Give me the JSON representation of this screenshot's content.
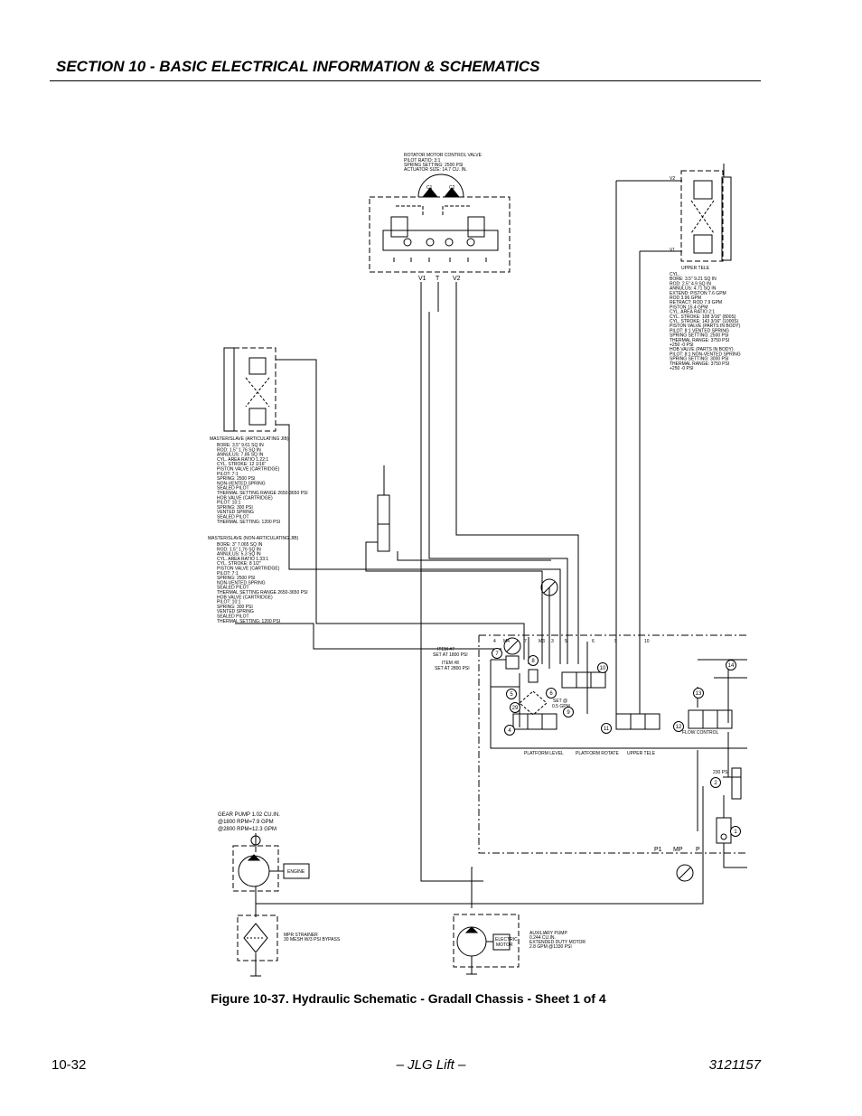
{
  "header": {
    "section": "SECTION 10 - BASIC ELECTRICAL INFORMATION & SCHEMATICS"
  },
  "figure": {
    "caption": "Figure 10-37.  Hydraulic Schematic - Gradall Chassis - Sheet 1 of 4"
  },
  "footer": {
    "page": "10-32",
    "center": "– JLG Lift –",
    "doc_number": "3121157"
  },
  "schematic": {
    "rotator": {
      "title": "ROTATOR MOTOR CONTROL VALVE",
      "lines": [
        "PILOT RATIO: 3:1",
        "SPRING SETTING: 2500 PSI",
        "ACTUATOR SIZE: 14.7 CU. IN."
      ],
      "ports_top": [
        "C1",
        "C2"
      ],
      "ports_bottom": [
        "V1",
        "T",
        "V2"
      ]
    },
    "upper_tele": {
      "ports": [
        "V2",
        "V1"
      ],
      "title": "UPPER TELE",
      "lines": [
        "CYL.",
        "BORE: 3.5\" 9.21 SQ IN",
        "ROD: 2.5\" 4.9 SQ IN",
        "ANNULUS: 4.71 SQ IN",
        "EXTEND: PISTON 7.6 GPM",
        "ROD 3.96 GPM",
        "RETRACT: ROD 7.9 GPM",
        "PISTON 15.4 GPM",
        "CYL. AREA RATIO 2:1",
        "CYL. STROKE: 108 3/16\" (800S)",
        "CYL. STROKE: 143 3/16\" (1000S)",
        "PISTON VALVE (PARTS IN BODY)",
        "PILOT: 8:1 VENTED SPRING",
        "SPRING SETTING: 2500 PSI",
        "THERMAL RANGE: 3750 PSI",
        "+250 -0 PSI",
        "HOB VALVE (PARTS IN BODY)",
        "PILOT: 8:1 NON-VENTED SPRING",
        "SPRING SETTING: 3000 PSI",
        "THERMAL RANGE: 3750 PSI",
        "+250 -0 PSI"
      ]
    },
    "master_slave_art": {
      "title": "MASTER/SLAVE (ARTICULATING JIB)",
      "lines": [
        "BORE: 3.5\" 9.61 SQ IN",
        "ROD: 1.5\" 1.76 SQ IN",
        "ANNULUS: 7.85 SQ IN",
        "CYL. AREA RATIO 1.22:1",
        "CYL. STROKE: 12 1/16\"",
        "PISTON VALVE (CARTRIDGE)",
        "PILOT: 7:1",
        "SPRING: 2500 PSI",
        "NON-VENTED SPRING",
        "SEALED PILOT",
        "THERMAL SETTING RANGE 2650-3650 PSI",
        "HOB VALVE (CARTRIDGE)",
        "PILOT: 10:1",
        "SPRING: 300 PSI",
        "VENTED SPRING",
        "SEALED PILOT",
        "THERMAL SETTING: 1200 PSI"
      ]
    },
    "master_slave_non": {
      "title": "MASTER/SLAVE (NON-ARTICULATING JIB)",
      "lines": [
        "BORE: 3\" 7.065 SQ IN",
        "ROD: 1.5\" 1.76 SQ IN",
        "ANNULUS: 5.3 SQ IN",
        "CYL. AREA RATIO 1.33:1",
        "CYL. STROKE: 8 1/2\"",
        "PISTON VALVE (CARTRIDGE)",
        "PILOT: 7:1",
        "SPRING: 2500 PSI",
        "NON-VENTED SPRING",
        "SEALED PILOT",
        "THERMAL SETTING RANGE 2650-3650 PSI",
        "HOB VALVE (CARTRIDGE)",
        "PILOT: 10:1",
        "SPRING: 300 PSI",
        "VENTED SPRING",
        "SEALED PILOT",
        "THERMAL SETTING: 1200 PSI"
      ]
    },
    "valve_ports": [
      "4",
      "M4",
      "4",
      "7",
      "M3",
      "3",
      "5",
      "6",
      "9",
      "10"
    ],
    "items": {
      "item7": "ITEM #7",
      "set7": "SET AT 1800 PSI",
      "item8": "ITEM #8",
      "set8": "SET AT 2800 PSI",
      "set_gpm": "SET @",
      "gpm_val": "0.5 GPM"
    },
    "callouts": [
      "7",
      "8",
      "5",
      "6",
      "29",
      "4",
      "9",
      "10",
      "11",
      "12",
      "13",
      "14",
      "2",
      "1"
    ],
    "section_labels": [
      "PLATFORM LEVEL",
      "PLATFORM ROTATE",
      "UPPER TELE",
      "FLOW CONTROL"
    ],
    "psi_230": "230 PSI",
    "bottom_ports": [
      "P1",
      "MP",
      "P"
    ],
    "gear_pump": {
      "lines": [
        "GEAR PUMP 1.02 CU.IN.",
        "@1800 RPM=7.9 GPM",
        "@2800 RPM=12.3 GPM"
      ],
      "engine": "ENGINE"
    },
    "strainer": {
      "lines": [
        "MPR STRAINER",
        "30 MESH W/3 PSI BYPASS"
      ]
    },
    "aux_pump": {
      "lines": [
        "AUXILIARY PUMP",
        "0.244 CU.IN.",
        "EXTENDED DUTY MOTOR",
        "2.8 GPM @1330 PSI"
      ],
      "motor": [
        "ELECTRIC",
        "MOTOR"
      ]
    }
  }
}
